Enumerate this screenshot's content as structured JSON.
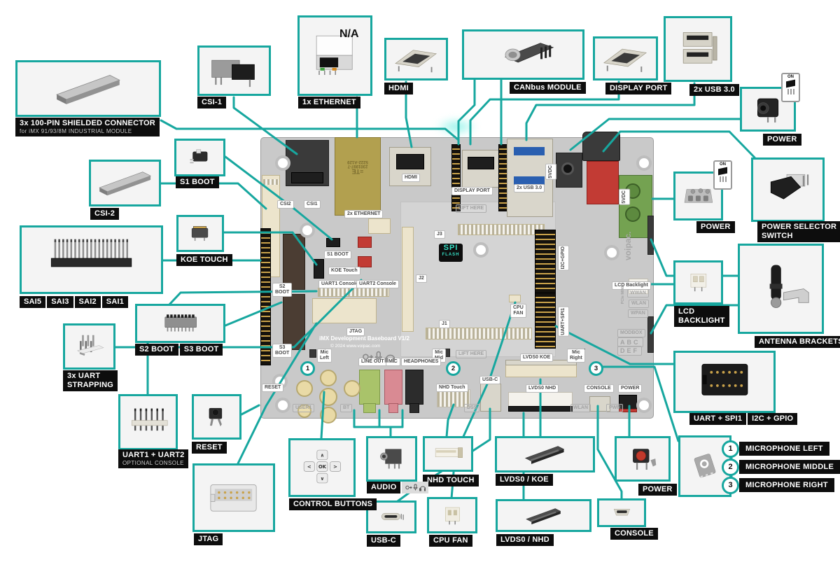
{
  "colors": {
    "teal": "#17a79f",
    "chip_bg": "#0d0d0d",
    "board_gray": "#c9c9c9"
  },
  "callouts": [
    {
      "id": "shielded",
      "label": "3x 100-PIN SHIELDED CONNECTOR",
      "sub": "for iMX 91/93/8M INDUSTRIAL MODULE"
    },
    {
      "id": "csi1",
      "label": "CSI-1"
    },
    {
      "id": "eth1x",
      "label": "1x ETHERNET",
      "overlay": "N/A"
    },
    {
      "id": "hdmi",
      "label": "HDMI"
    },
    {
      "id": "canbus",
      "label": "CANbus MODULE"
    },
    {
      "id": "dport",
      "label": "DISPLAY PORT"
    },
    {
      "id": "usb30",
      "label": "2x USB 3.0"
    },
    {
      "id": "power_barrel",
      "label": "POWER",
      "on": "ON"
    },
    {
      "id": "power_term",
      "label": "POWER",
      "on": "ON"
    },
    {
      "id": "pselector",
      "label": "POWER SELECTOR",
      "label2": "SWITCH"
    },
    {
      "id": "lcdbl",
      "label": "LCD",
      "label2": "BACKLIGHT"
    },
    {
      "id": "antenna",
      "label": "ANTENNA BRACKETS"
    },
    {
      "id": "uartspi",
      "segments": [
        "UART + SPI1",
        "I2C + GPIO"
      ]
    },
    {
      "id": "mics",
      "items": [
        {
          "n": "1",
          "label": "MICROPHONE LEFT"
        },
        {
          "n": "2",
          "label": "MICROPHONE MIDDLE"
        },
        {
          "n": "3",
          "label": "MICROPHONE RIGHT"
        }
      ]
    },
    {
      "id": "pwrbtn",
      "label": "POWER"
    },
    {
      "id": "console",
      "label": "CONSOLE"
    },
    {
      "id": "lvdskoe",
      "label": "LVDS0 / KOE"
    },
    {
      "id": "lvdsnhd",
      "label": "LVDS0 / NHD"
    },
    {
      "id": "cpufan",
      "label": "CPU FAN"
    },
    {
      "id": "usbc",
      "label": "USB-C"
    },
    {
      "id": "nhdtouch",
      "label": "NHD TOUCH"
    },
    {
      "id": "audio",
      "label": "AUDIO",
      "icons": [
        "line-out",
        "microphone",
        "headphones"
      ]
    },
    {
      "id": "controls",
      "label": "CONTROL BUTTONS"
    },
    {
      "id": "jtag",
      "label": "JTAG"
    },
    {
      "id": "reset",
      "label": "RESET"
    },
    {
      "id": "uart12",
      "label": "UART1 + UART2",
      "sub": "OPTIONAL CONSOLE"
    },
    {
      "id": "strap",
      "label": "3x UART",
      "label2": "STRAPPING"
    },
    {
      "id": "s2s3",
      "segments": [
        "S2 BOOT",
        "S3 BOOT"
      ]
    },
    {
      "id": "sai",
      "segments": [
        "SAI5",
        "SAI3",
        "SAI2",
        "SAI1"
      ]
    },
    {
      "id": "koetouch",
      "label": "KOE TOUCH"
    },
    {
      "id": "csi2",
      "label": "CSI-2"
    },
    {
      "id": "s1boot",
      "label": "S1 BOOT"
    }
  ],
  "board": {
    "title": "iMX Development Baseboard V1/2",
    "copyright": "© 2024 www.voipac.com",
    "brand": "voipac.",
    "spi_badge": {
      "line1": "SPI",
      "line2": "FLASH"
    },
    "eth_module": {
      "brand": "TE",
      "part1": "2301997-7",
      "part2": "5222-A129"
    },
    "markers": [
      "1",
      "2",
      "3"
    ],
    "labels": [
      {
        "id": "csi2",
        "text": "CSI2"
      },
      {
        "id": "csi1",
        "text": "CSI1"
      },
      {
        "id": "eth2x",
        "text": "2x ETHERNET"
      },
      {
        "id": "hdmi",
        "text": "HDMI"
      },
      {
        "id": "dport",
        "text": "DISPLAY PORT"
      },
      {
        "id": "usb3",
        "text": "2x USB 3.0"
      },
      {
        "id": "v5a",
        "text": "5VDC"
      },
      {
        "id": "v5b",
        "text": "5VDC"
      },
      {
        "id": "lift1",
        "text": "LIFT HERE"
      },
      {
        "id": "lift2",
        "text": "LIFT HERE"
      },
      {
        "id": "s1boot",
        "text": "S1 BOOT"
      },
      {
        "id": "koet",
        "text": "KOE Touch"
      },
      {
        "id": "u1con",
        "text": "UART1 Console"
      },
      {
        "id": "u2con",
        "text": "UART2 Console"
      },
      {
        "id": "s2",
        "text": "S2\nBOOT"
      },
      {
        "id": "s3",
        "text": "S3\nBOOT"
      },
      {
        "id": "jtag",
        "text": "JTAG"
      },
      {
        "id": "j3",
        "text": "J3"
      },
      {
        "id": "j2",
        "text": "J2"
      },
      {
        "id": "j1",
        "text": "J1"
      },
      {
        "id": "micl",
        "text": "Mic\nLeft"
      },
      {
        "id": "micm",
        "text": "Mic\nMid"
      },
      {
        "id": "micr",
        "text": "Mic\nRight"
      },
      {
        "id": "lineout",
        "text": "LINE OUT"
      },
      {
        "id": "mic",
        "text": "MIC"
      },
      {
        "id": "hphones",
        "text": "HEADPHONES"
      },
      {
        "id": "reset",
        "text": "RESET"
      },
      {
        "id": "user",
        "text": "USER1"
      },
      {
        "id": "bt",
        "text": "BT"
      },
      {
        "id": "nhdt",
        "text": "NHD Touch"
      },
      {
        "id": "dss",
        "text": "DSS"
      },
      {
        "id": "usbc",
        "text": "USB-C"
      },
      {
        "id": "cpufan",
        "text": "CPU\nFAN"
      },
      {
        "id": "i2cg",
        "text": "I2C+GPIO"
      },
      {
        "id": "uspi",
        "text": "UART+SPI1"
      },
      {
        "id": "lkoe",
        "text": "LVDS0 KOE"
      },
      {
        "id": "lnhd",
        "text": "LVDS0 NHD"
      },
      {
        "id": "consol",
        "text": "CONSOLE"
      },
      {
        "id": "power",
        "text": "POWER"
      },
      {
        "id": "wlanb",
        "text": "WLAN"
      },
      {
        "id": "pwr",
        "text": "PWR"
      },
      {
        "id": "lcdb",
        "text": "LCD Backlight"
      },
      {
        "id": "wwan",
        "text": "WWAN"
      },
      {
        "id": "wlanr",
        "text": "WLAN"
      },
      {
        "id": "wpan",
        "text": "WPAN"
      },
      {
        "id": "pcie",
        "text": "PCIe MINI"
      },
      {
        "id": "modbox",
        "text": "MODBOX"
      },
      {
        "id": "abc",
        "text": "ABC"
      },
      {
        "id": "def",
        "text": "DEF"
      }
    ]
  }
}
